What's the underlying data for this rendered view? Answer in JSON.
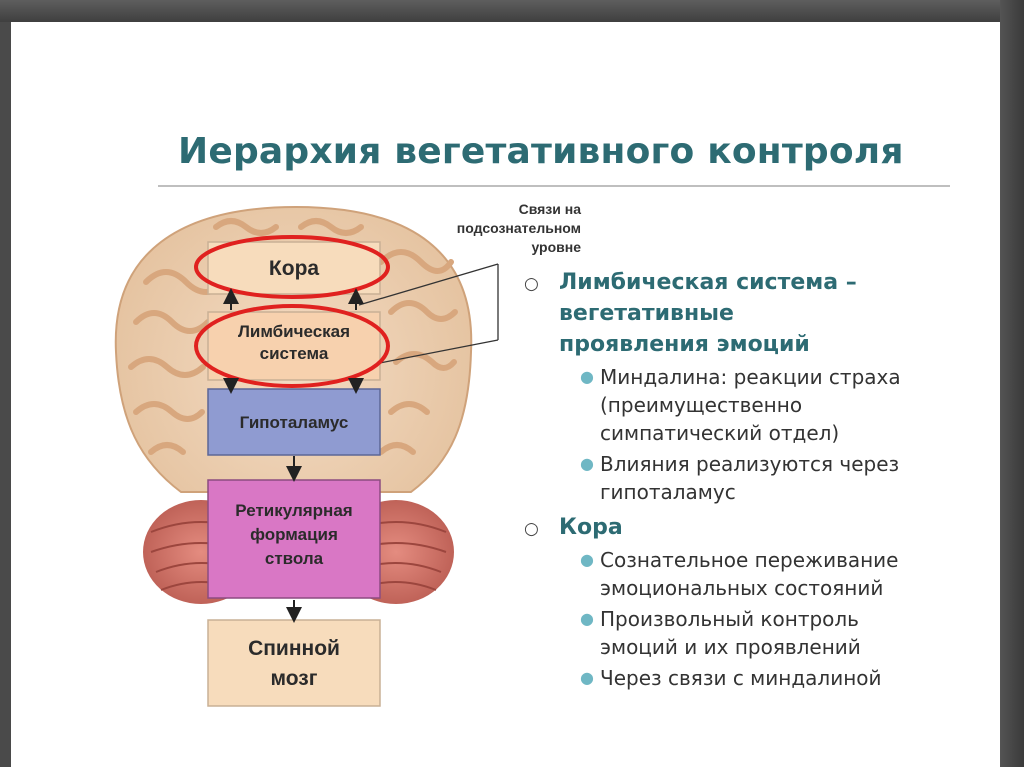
{
  "slide": {
    "title": "Иерархия вегетативного контроля",
    "diagram": {
      "note_lines": [
        "Связи на",
        "подсознательном",
        "уровне"
      ],
      "boxes": {
        "cortex": "Кора",
        "limbic_line1": "Лимбическая",
        "limbic_line2": "система",
        "hypothalamus": "Гипоталамус",
        "reticular_line1": "Ретикулярная",
        "reticular_line2": "формация",
        "reticular_line3": "ствола",
        "spinal_line1": "Спинной",
        "spinal_line2": "мозг"
      }
    },
    "sections": [
      {
        "heading_lines": [
          "Лимбическая система –",
          "вегетативные",
          "проявления эмоций"
        ],
        "items": [
          [
            "Миндалина: реакции страха",
            "(преимущественно",
            "симпатический отдел)"
          ],
          [
            "Влияния реализуются через",
            "гипоталамус"
          ]
        ]
      },
      {
        "heading_lines": [
          "Кора"
        ],
        "items": [
          [
            "Сознательное переживание",
            "эмоциональных состояний"
          ],
          [
            "Произвольный контроль",
            "эмоций и их проявлений"
          ],
          [
            "Через связи с миндалиной"
          ]
        ]
      }
    ],
    "colors": {
      "title": "#2d6b73",
      "bullet_dot": "#6fb7c4",
      "cortex_box": "#f7dcbc",
      "hypothalamus_box": "#8f9bd1",
      "reticular_box": "#d977c5",
      "spinal_box": "#f7dcbc",
      "highlight_ellipse": "#e0211f"
    }
  }
}
